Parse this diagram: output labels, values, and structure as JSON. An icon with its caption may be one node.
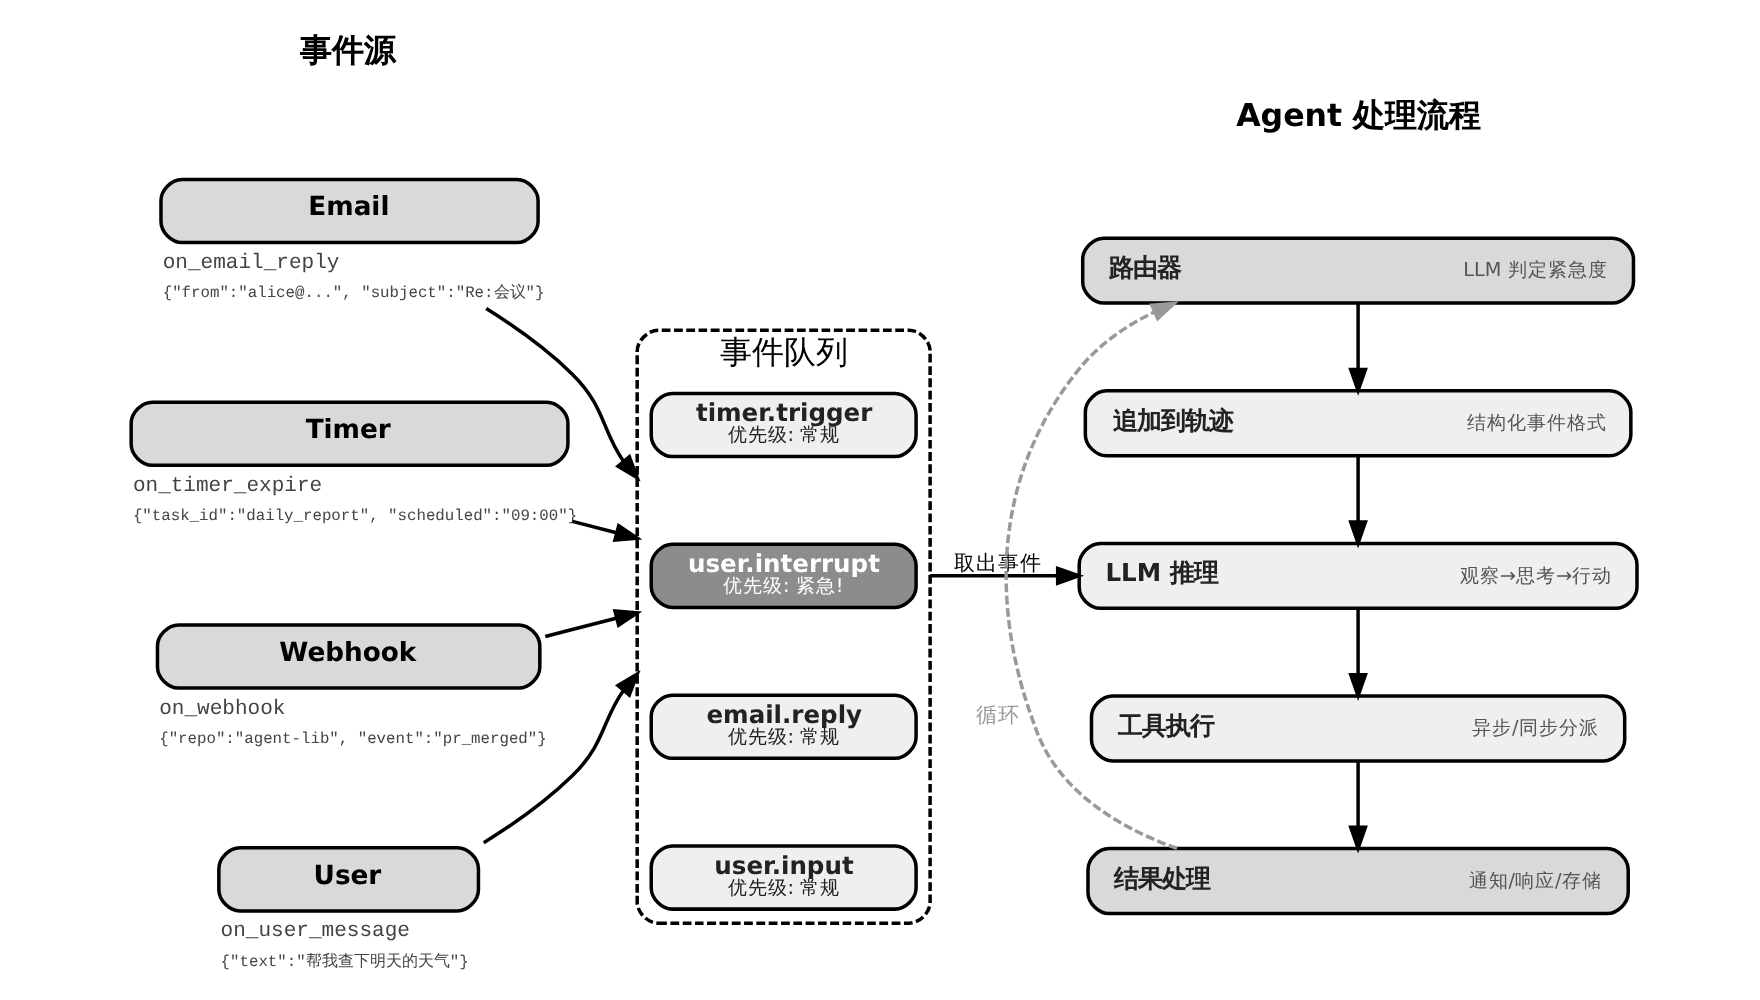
{
  "diagram": {
    "nodes": [
      {
        "text": [
          "Email"
        ],
        "beside": [
          "on_email_reply",
          "{\"from\":\"alice@...\", \"subject\":\"Re:会议\"}"
        ]
      },
      {
        "text": [
          "Timer"
        ],
        "beside": [
          "on_timer_expire",
          "{\"task_id\":\"daily_report\", \"scheduled\":\"09:00\"}"
        ]
      },
      {
        "text": [
          "Webhook"
        ],
        "beside": [
          "on_webhook",
          "{\"repo\":\"agent-lib\", \"event\":\"pr_merged\"}"
        ]
      },
      {
        "text": [
          "User"
        ],
        "beside": [
          "on_user_message",
          "{\"text\":\"帮我查下明天的天气\"}"
        ]
      },
      {
        "text": [
          "事件队列"
        ]
      },
      {
        "text": [
          "user.input",
          "优先级: 常规"
        ],
        "in": 4
      },
      {
        "text": [
          "email.reply",
          "优先级: 常规"
        ],
        "in": 4
      },
      {
        "text": [
          "user.interrupt",
          "优先级: 紧急!"
        ],
        "in": 4
      },
      {
        "text": [
          "timer.trigger",
          "优先级: 常规"
        ],
        "in": 4
      },
      {
        "text": [
          "路由器",
          "LLM 判定紧急度"
        ]
      },
      {
        "text": [
          "追加到轨迹",
          "结构化事件格式"
        ]
      },
      {
        "text": [
          "LLM 推理",
          "观察→思考→行动"
        ]
      },
      {
        "text": [
          "工具执行",
          "异步/同步分派"
        ]
      },
      {
        "text": [
          "结果处理",
          "通知/响应/存储"
        ]
      }
    ],
    "edges": [
      {
        "from": 0,
        "to": 4,
        "arrow": "to"
      },
      {
        "from": 1,
        "to": 4,
        "arrow": "to"
      },
      {
        "from": 2,
        "to": 4,
        "arrow": "to"
      },
      {
        "from": 3,
        "to": 4,
        "arrow": "to"
      },
      {
        "from": 4,
        "to": 11,
        "arrow": "to",
        "label": "取出事件"
      },
      {
        "from": 9,
        "to": 10,
        "arrow": "to"
      },
      {
        "from": 10,
        "to": 11,
        "arrow": "to"
      },
      {
        "from": 11,
        "to": 12,
        "arrow": "to"
      },
      {
        "from": 12,
        "to": 13,
        "arrow": "to"
      },
      {
        "from": 13,
        "to": 9,
        "arrow": "to",
        "label": "循环",
        "style": "dashed",
        "color": "#999999"
      }
    ],
    "labels": [
      "事件源",
      "Agent 处理流程"
    ]
  }
}
